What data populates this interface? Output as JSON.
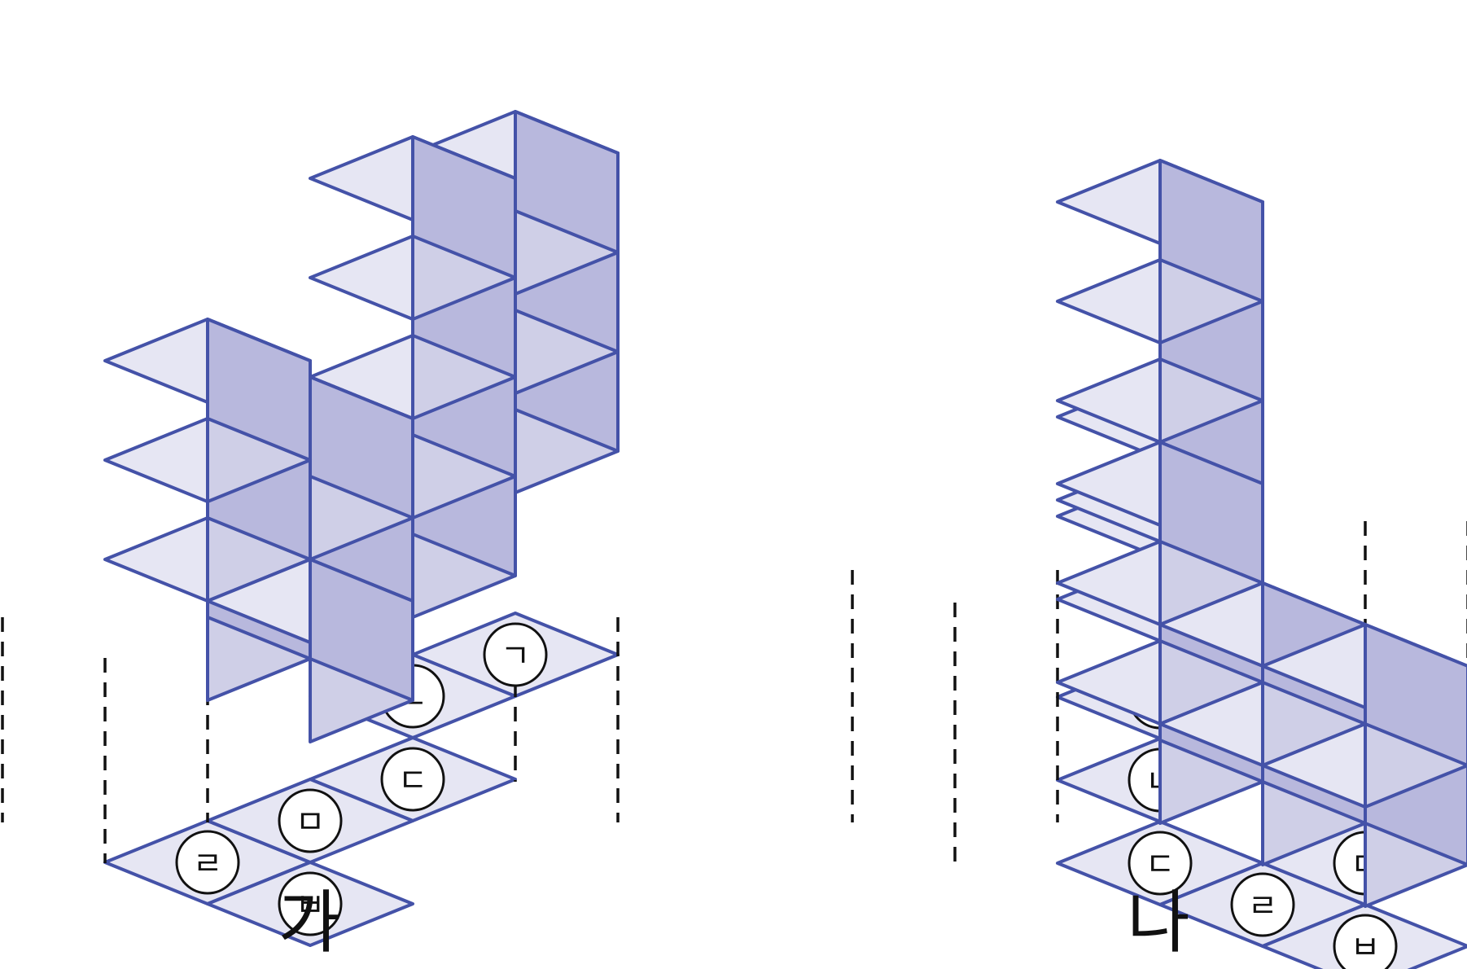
{
  "figures": [
    {
      "label": "가",
      "columns": [
        {
          "mark": "ㄱ",
          "height": 3
        },
        {
          "mark": "ㄴ",
          "height": 1
        },
        {
          "mark": "ㄷ",
          "height": 4
        },
        {
          "mark": "ㄹ",
          "height": 3
        },
        {
          "mark": "ㅁ",
          "height": 2
        },
        {
          "mark": "ㅂ",
          "height": 1
        }
      ]
    },
    {
      "label": "나",
      "columns": [
        {
          "mark": "ㄱ",
          "height": 2
        },
        {
          "mark": "ㄴ",
          "height": 5
        },
        {
          "mark": "ㄷ",
          "height": 3
        },
        {
          "mark": "ㄹ",
          "height": 2
        },
        {
          "mark": "ㅁ",
          "height": 1
        },
        {
          "mark": "ㅂ",
          "height": 2
        }
      ]
    }
  ],
  "colors": {
    "cube_top": "#e6e6f3",
    "cube_left": "#cfcfe7",
    "cube_right": "#b8b8dd",
    "edge": "#4452a8",
    "guide": "#111111"
  }
}
